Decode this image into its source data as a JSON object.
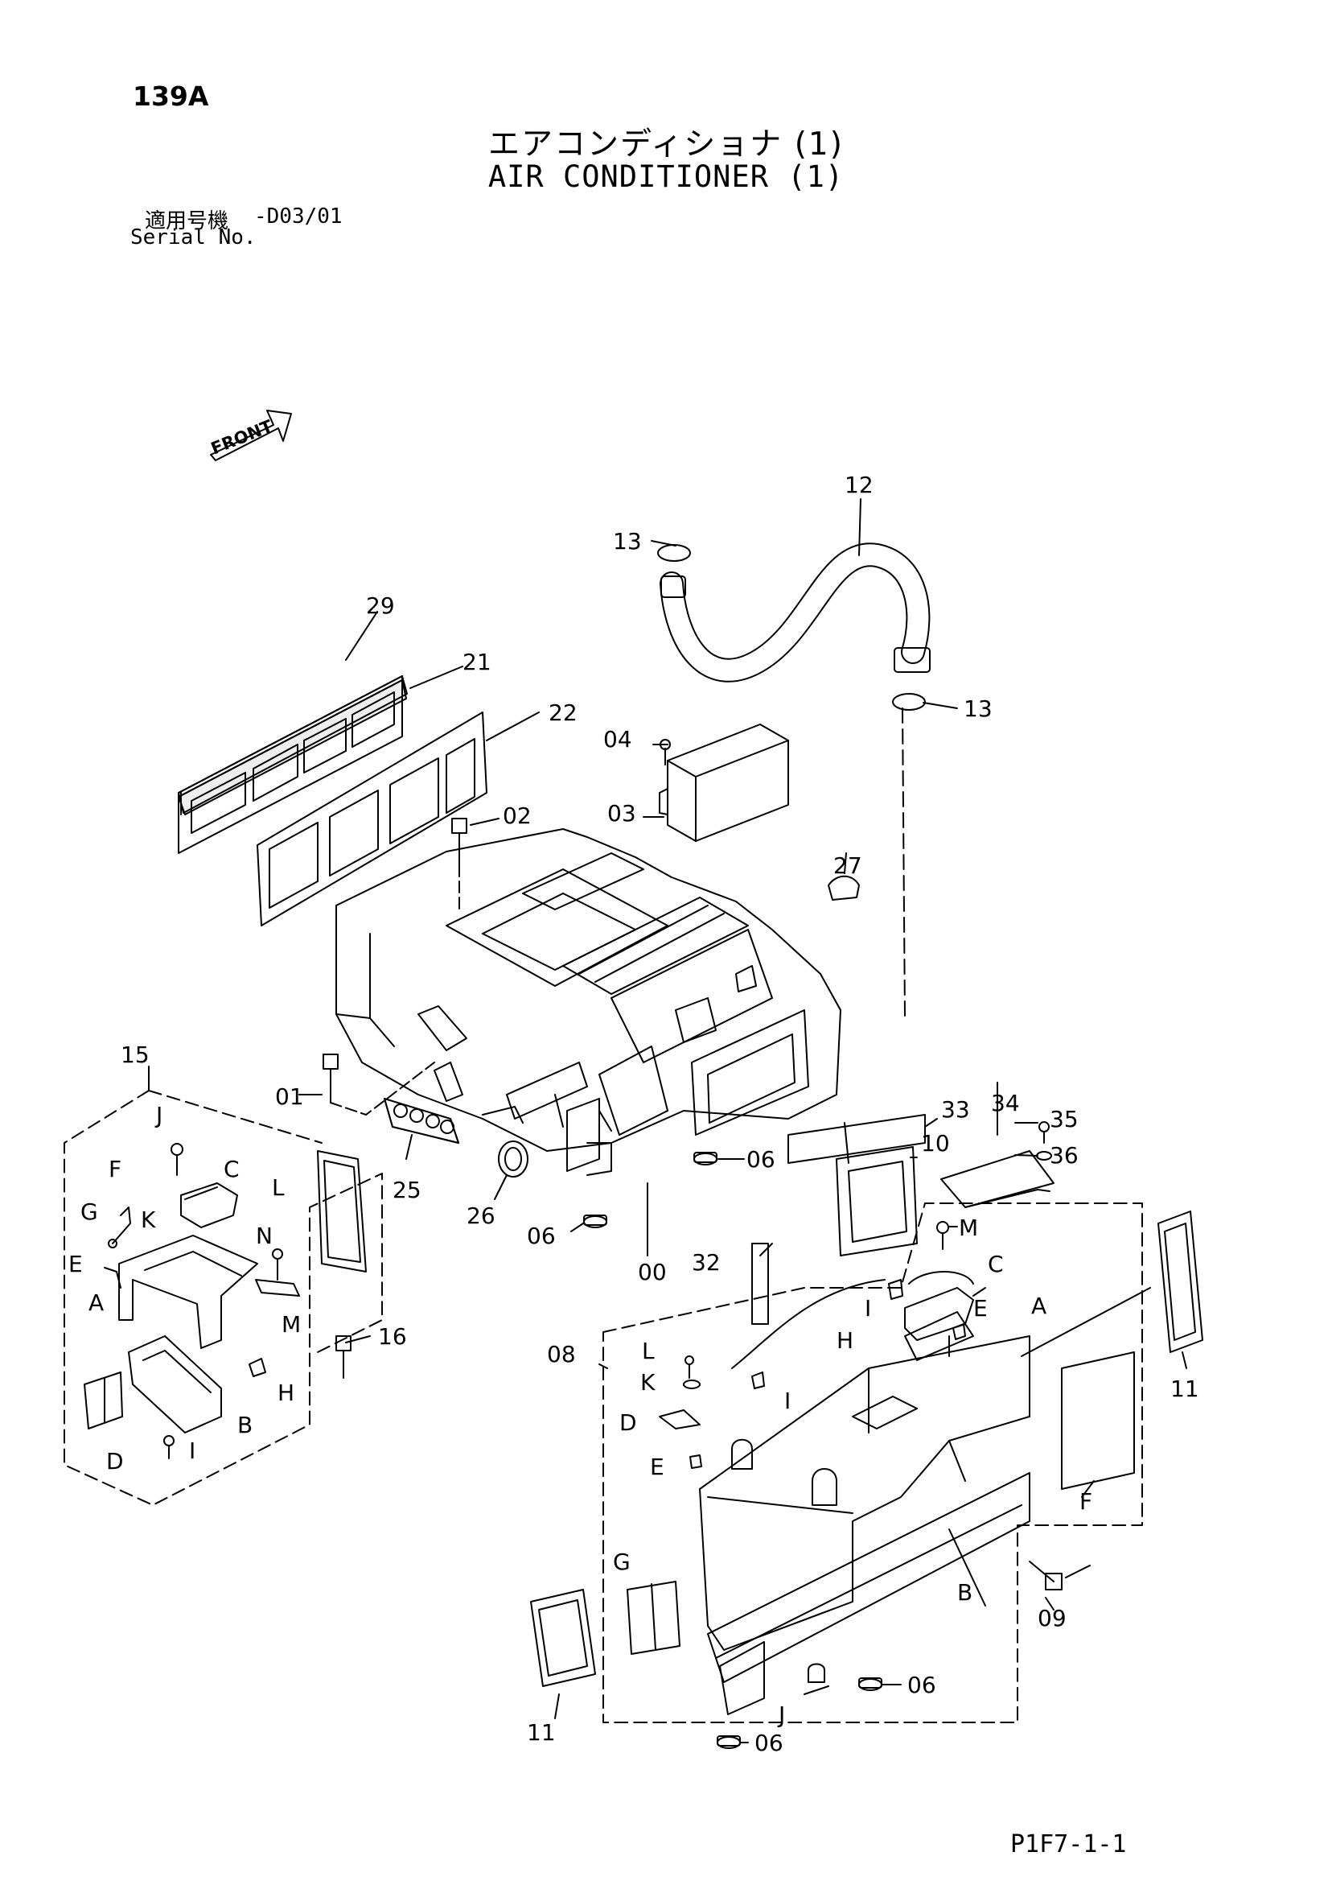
{
  "header": {
    "page_number": "139A",
    "title_ja": "エアコンディショナ (1)",
    "title_en": "AIR CONDITIONER (1)",
    "serial_label_ja": "適用号機",
    "serial_value": "-D03/01",
    "serial_label_en": "Serial No."
  },
  "diagram": {
    "front_marker": "FRONT",
    "callouts": {
      "c00": "00",
      "c01": "01",
      "c02": "02",
      "c03": "03",
      "c04": "04",
      "c06a": "06",
      "c06b": "06",
      "c06c": "06",
      "c06d": "06",
      "c08": "08",
      "c09": "09",
      "c10": "10",
      "c11a": "11",
      "c11b": "11",
      "c12": "12",
      "c13a": "13",
      "c13b": "13",
      "c15": "15",
      "c16": "16",
      "c21": "21",
      "c22": "22",
      "c25": "25",
      "c26": "26",
      "c27": "27",
      "c29": "29",
      "c32": "32",
      "c33": "33",
      "c34": "34",
      "c35": "35",
      "c36": "36"
    },
    "letters_left": {
      "J": "J",
      "F": "F",
      "C": "C",
      "G": "G",
      "K": "K",
      "E": "E",
      "L": "L",
      "N": "N",
      "A": "A",
      "M": "M",
      "H": "H",
      "B": "B",
      "I": "I",
      "D": "D"
    },
    "letters_right": {
      "M": "M",
      "C": "C",
      "I1": "I",
      "E1": "E",
      "A": "A",
      "H": "H",
      "L": "L",
      "K": "K",
      "I2": "I",
      "D": "D",
      "E2": "E",
      "F": "F",
      "G": "G",
      "B": "B",
      "J": "J"
    }
  },
  "footer": {
    "code": "P1F7-1-1"
  }
}
